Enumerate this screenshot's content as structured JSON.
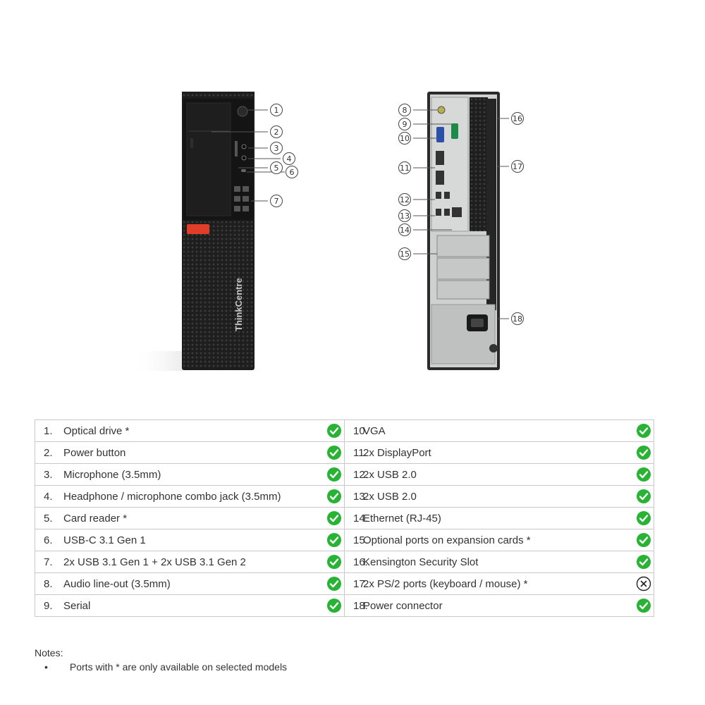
{
  "illustration": {
    "brand_label": "ThinkCentre",
    "front_callouts": [
      "1",
      "2",
      "3",
      "4",
      "5",
      "6",
      "7"
    ],
    "rear_callouts": [
      "8",
      "9",
      "10",
      "11",
      "12",
      "13",
      "14",
      "15",
      "16",
      "17",
      "18"
    ]
  },
  "ports": {
    "left": [
      {
        "num": "1.",
        "label": "Optical drive *",
        "available": true
      },
      {
        "num": "2.",
        "label": "Power button",
        "available": true
      },
      {
        "num": "3.",
        "label": "Microphone (3.5mm)",
        "available": true
      },
      {
        "num": "4.",
        "label": "Headphone / microphone combo jack (3.5mm)",
        "available": true
      },
      {
        "num": "5.",
        "label": "Card reader *",
        "available": true
      },
      {
        "num": "6.",
        "label": "USB-C 3.1 Gen 1",
        "available": true
      },
      {
        "num": "7.",
        "label": "2x USB 3.1 Gen 1 + 2x USB 3.1 Gen 2",
        "available": true
      },
      {
        "num": "8.",
        "label": "Audio line-out (3.5mm)",
        "available": true
      },
      {
        "num": "9.",
        "label": "Serial",
        "available": true
      }
    ],
    "right": [
      {
        "num": "10.",
        "label": "VGA",
        "available": true
      },
      {
        "num": "11.",
        "label": "2x DisplayPort",
        "available": true
      },
      {
        "num": "12.",
        "label": "2x USB 2.0",
        "available": true
      },
      {
        "num": "13.",
        "label": "2x USB 2.0",
        "available": true
      },
      {
        "num": "14.",
        "label": "Ethernet (RJ-45)",
        "available": true
      },
      {
        "num": "15.",
        "label": "Optional ports on expansion cards *",
        "available": true
      },
      {
        "num": "16.",
        "label": "Kensington Security Slot",
        "available": true
      },
      {
        "num": "17.",
        "label": "2x PS/2 ports (keyboard / mouse) *",
        "available": false
      },
      {
        "num": "18.",
        "label": "Power connector",
        "available": true
      }
    ]
  },
  "notes": {
    "title": "Notes:",
    "bullet": "•",
    "items": [
      "Ports with * are only available on selected models"
    ]
  },
  "colors": {
    "check_green": "#28b335",
    "tower_black": "#1c1c1c",
    "rear_gray": "#cfd0d0",
    "accent_red": "#e23d28",
    "border_gray": "#c9c9c9"
  }
}
